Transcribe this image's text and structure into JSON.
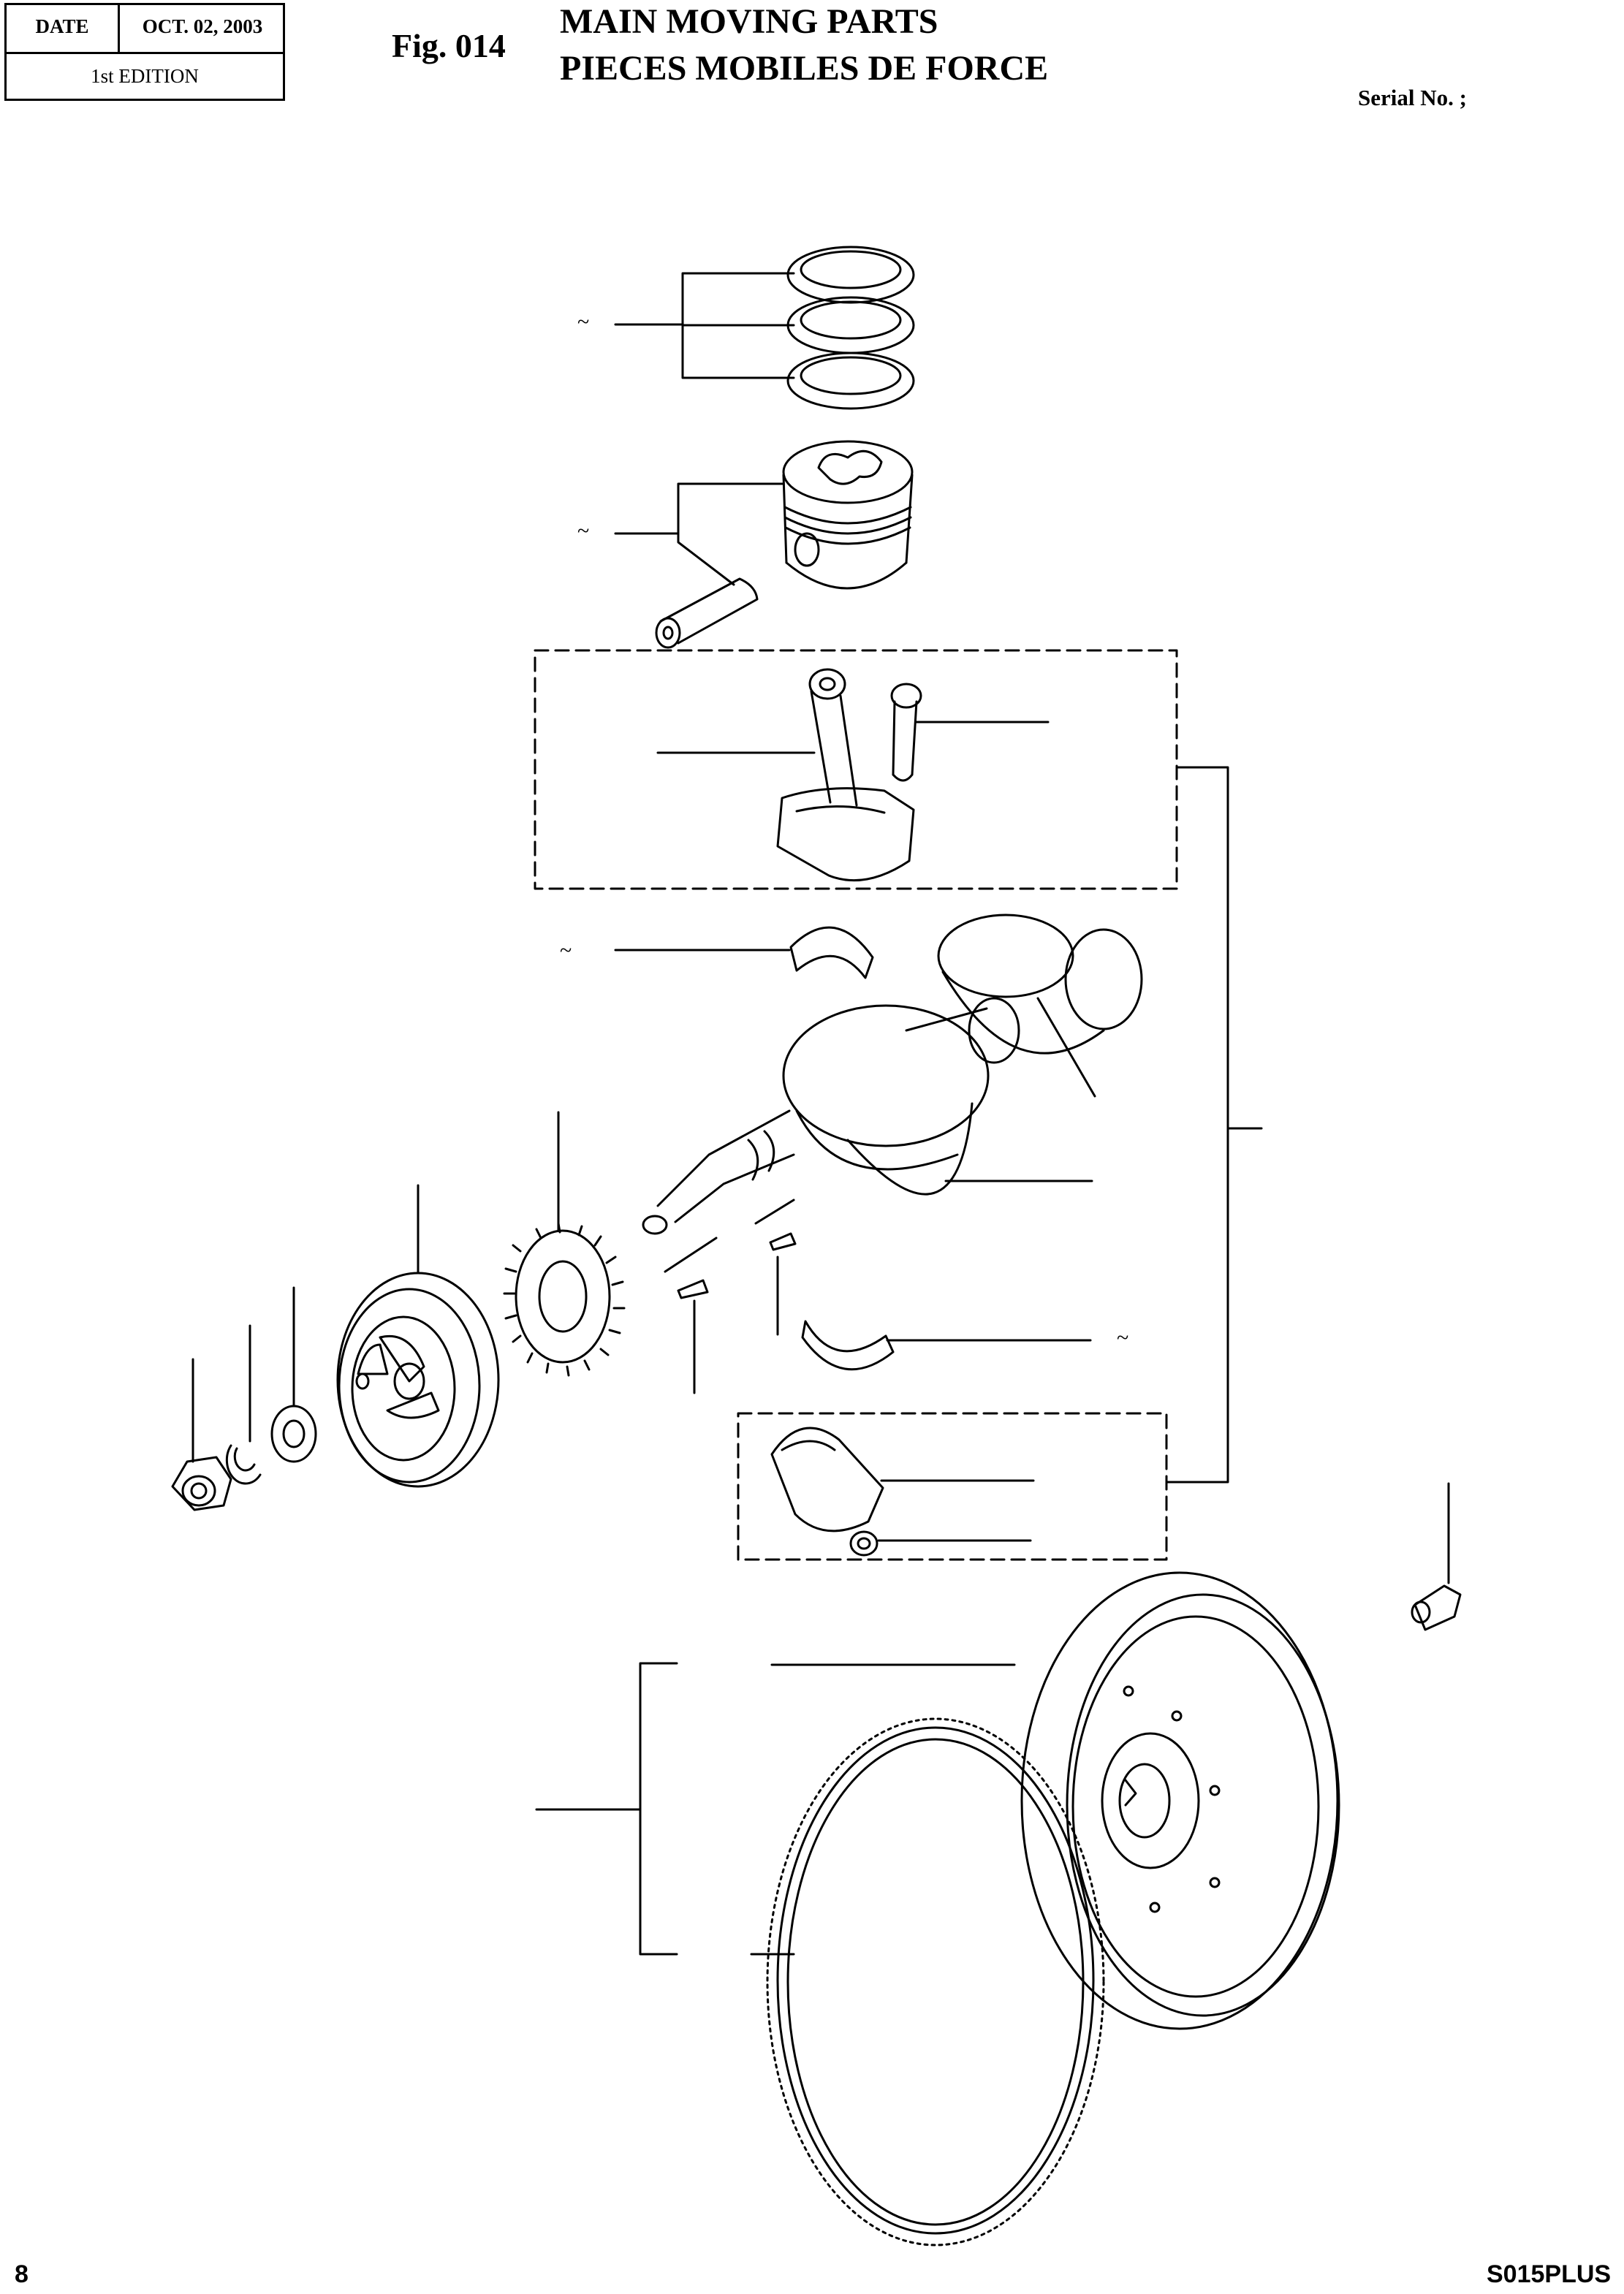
{
  "header": {
    "date_label": "DATE",
    "date_value": "OCT. 02, 2003",
    "edition": "1st EDITION",
    "fig_number": "Fig. 014",
    "title_en": "MAIN MOVING PARTS",
    "title_fr": "PIECES MOBILES DE FORCE",
    "serial": "Serial No. ;"
  },
  "range_marks": {
    "piston_rings": "~",
    "piston": "~",
    "upper_bearing": "~",
    "lower_bearing": "~"
  },
  "footer": {
    "page_number": "8",
    "model": "S015PLUS"
  }
}
